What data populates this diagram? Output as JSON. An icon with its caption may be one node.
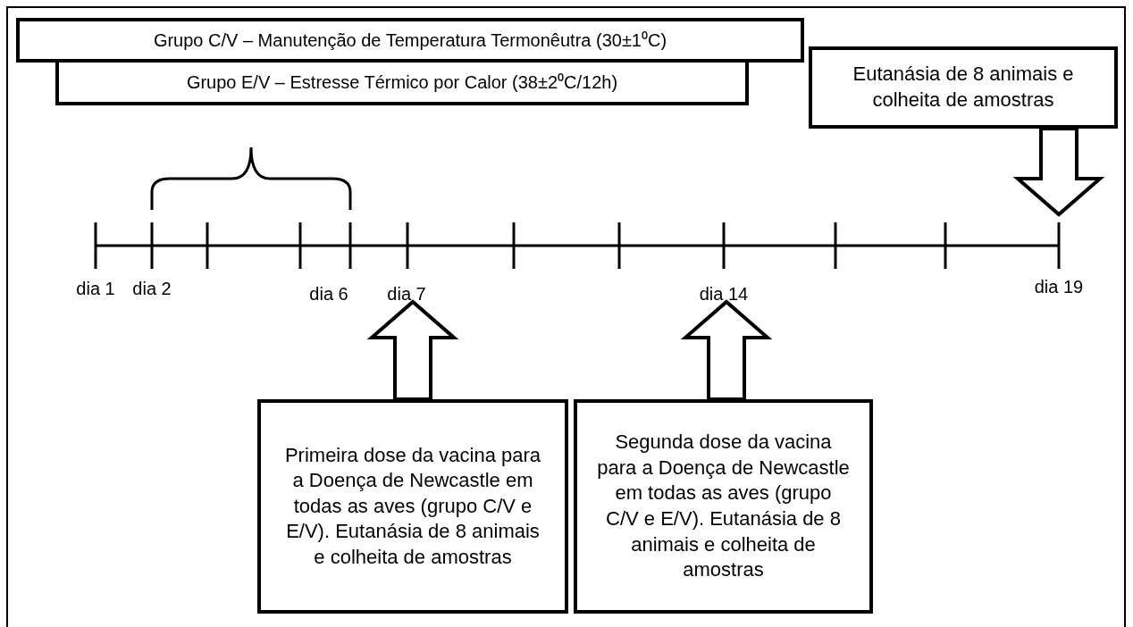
{
  "diagram": {
    "nodes": [
      {
        "text": [
          "Grupo C/V – Manutenção de Temperatura Termonêutra (30±1⁰C)"
        ]
      },
      {
        "text": [
          "Grupo E/V – Estresse Térmico por Calor (38±2⁰C/12h)"
        ]
      },
      {
        "text": [
          "Eutanásia de 8 animais e colheita de amostras"
        ]
      },
      {
        "text": [
          "Primeira dose da vacina para a Doença de Newcastle em todas as aves (grupo C/V e E/V). Eutanásia de 8 animais e colheita de amostras"
        ]
      },
      {
        "text": [
          "Segunda dose da vacina para a Doença de Newcastle em todas as aves (grupo C/V e E/V). Eutanásia de 8 animais e colheita de amostras"
        ]
      }
    ],
    "edges": [
      {
        "from": 2,
        "to": null,
        "arrow": "to"
      },
      {
        "from": 3,
        "to": null,
        "arrow": "to"
      },
      {
        "from": 4,
        "to": null,
        "arrow": "to"
      }
    ],
    "labels": [
      "dia 1",
      "dia 2",
      "dia 6",
      "dia 7",
      "dia 14",
      "dia 19"
    ]
  }
}
